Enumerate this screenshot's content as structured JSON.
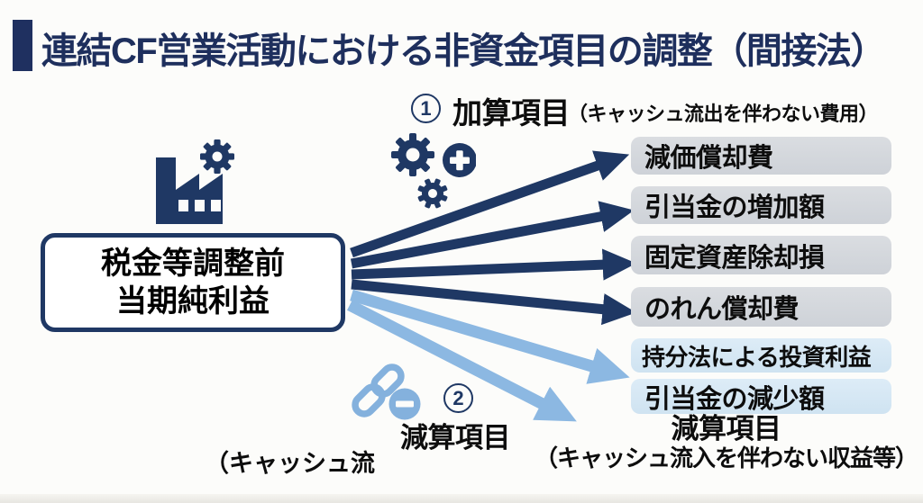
{
  "title": "連結CF営業活動における非資金項目の調整（間接法）",
  "source_box": {
    "line1": "税金等調整前",
    "line2": "当期純利益"
  },
  "add_section": {
    "number": "1",
    "label": "加算項目",
    "note": "（キャッシュ流出を伴わない費用）"
  },
  "subtract_section": {
    "number": "2",
    "label": "減算項目"
  },
  "add_items": [
    "減価償却費",
    "引当金の増加額",
    "固定資産除却損",
    "のれん償却費"
  ],
  "subtract_items": [
    "持分法による投資利益",
    "引当金の減少額"
  ],
  "subtract_caption": {
    "line1": "減算項目",
    "line2": "（キャッシュ流入を伴わない収益等）"
  },
  "partial_caption": "（キャッシュ流",
  "icons": {
    "factory": "factory-icon",
    "gear": "gear-icon",
    "plus": "plus-icon",
    "chain": "chain-link-icon",
    "minus": "minus-icon"
  },
  "colors": {
    "navy": "#1f3864",
    "title_navy": "#1e2f5d",
    "light_blue": "#8cb8e2",
    "gray_box_top": "#dadde1",
    "gray_box_bottom": "#ced2d8",
    "blue_box_top": "#ddecf7",
    "blue_box_bottom": "#cfe3f1",
    "background": "#fcfcfa"
  }
}
